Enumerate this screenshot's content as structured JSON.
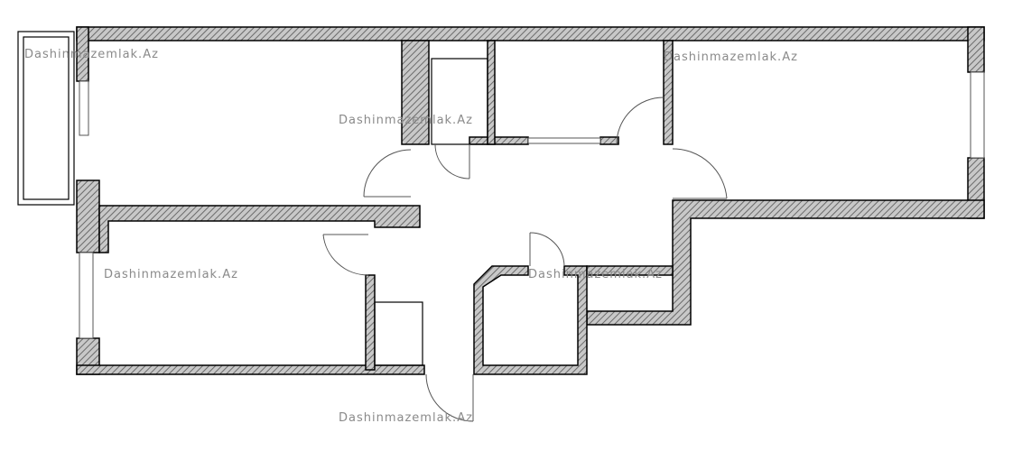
{
  "plan": {
    "watermarks": [
      "Dashinmazemlak.Az",
      "Dashinmazemlak.Az",
      "Dashinmazemlak.Az",
      "Dashinmazemlak.Az",
      "Dashinmazemlak.Az",
      "Dashinmazemlak.Az"
    ],
    "colors": {
      "wall_fill": "#9a9a9a",
      "wall_stroke": "#000000",
      "watermark": "#8a8a8a"
    }
  }
}
